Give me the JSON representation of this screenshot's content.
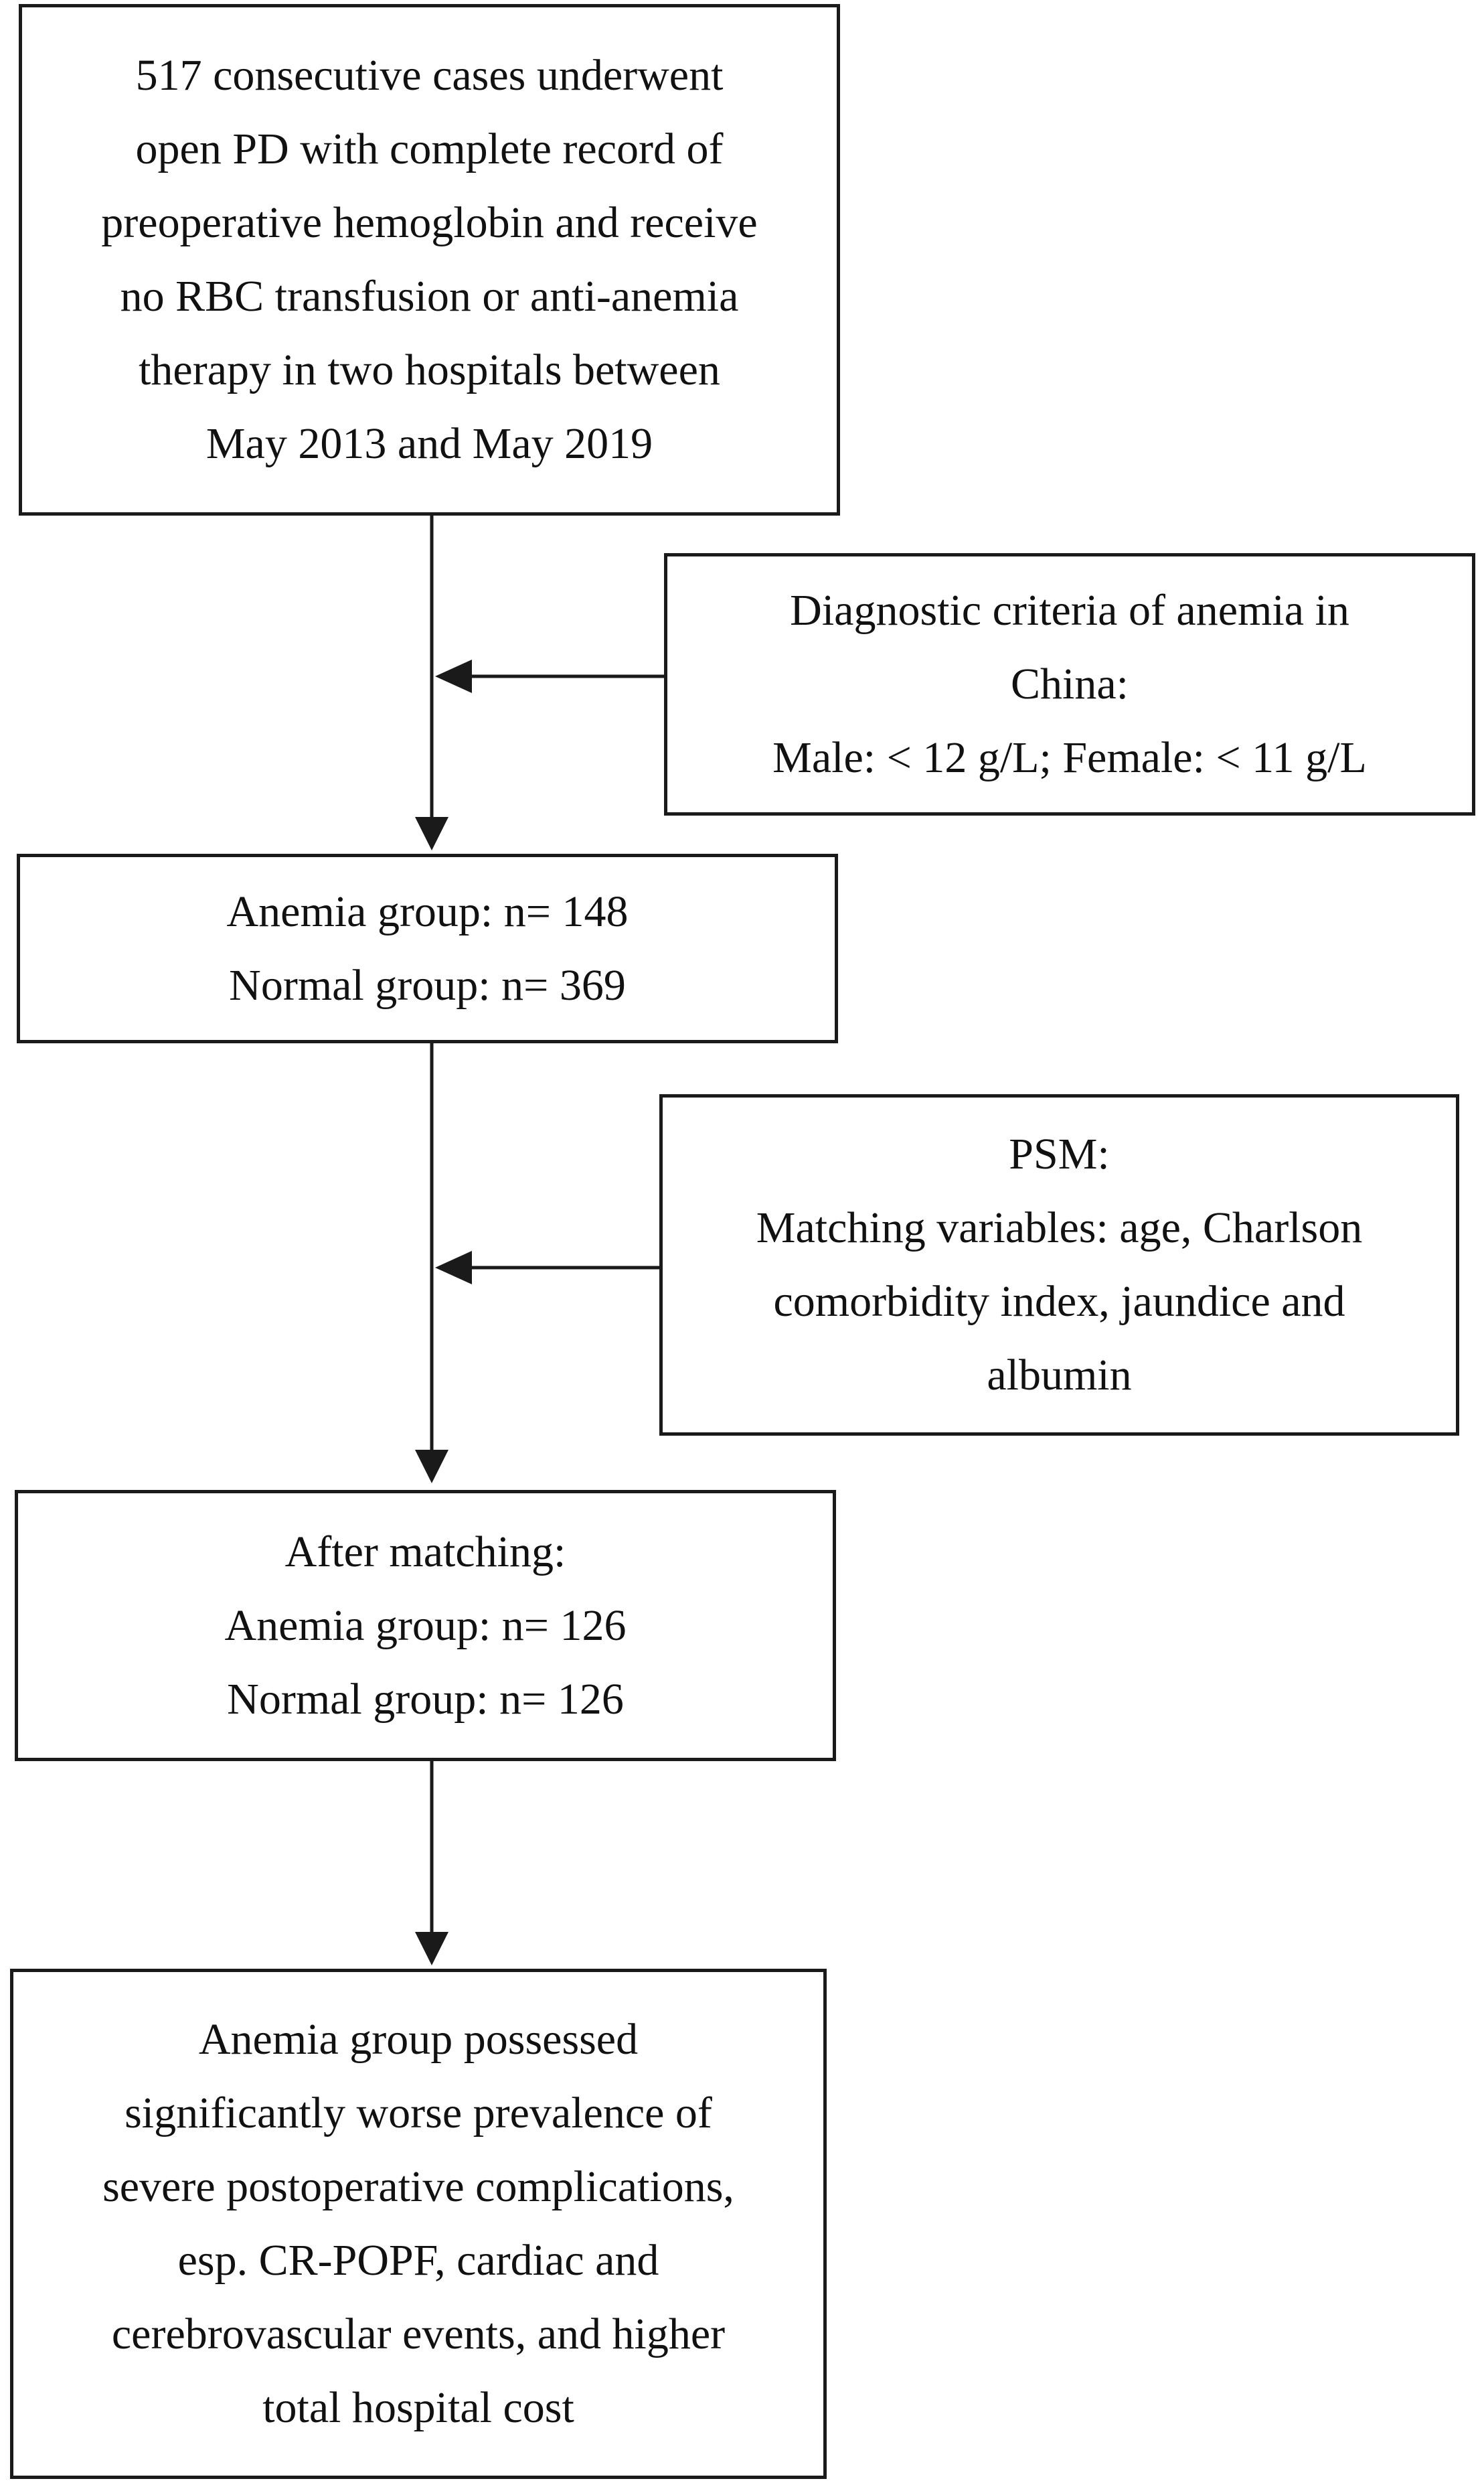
{
  "boxes": {
    "start": {
      "lines": [
        "517 consecutive cases underwent",
        "open PD with complete record of",
        "preoperative hemoglobin and receive",
        "no RBC transfusion or anti-anemia",
        "therapy in two hospitals between",
        "May 2013 and May 2019"
      ]
    },
    "criteria": {
      "lines": [
        "Diagnostic criteria of anemia in",
        "China:",
        "Male: < 12 g/L; Female: < 11 g/L"
      ]
    },
    "groups": {
      "lines": [
        "Anemia group: n= 148",
        "Normal group: n= 369"
      ]
    },
    "psm": {
      "lines": [
        "PSM:",
        "Matching variables: age, Charlson",
        "comorbidity index, jaundice and",
        "albumin"
      ]
    },
    "matched": {
      "lines": [
        "After matching:",
        "Anemia group: n= 126",
        "Normal group: n= 126"
      ]
    },
    "outcome": {
      "lines": [
        "Anemia group possessed",
        "significantly worse prevalence of",
        "severe postoperative complications,",
        "esp. CR-POPF, cardiac and",
        "cerebrovascular events, and higher",
        "total hospital cost"
      ]
    }
  }
}
